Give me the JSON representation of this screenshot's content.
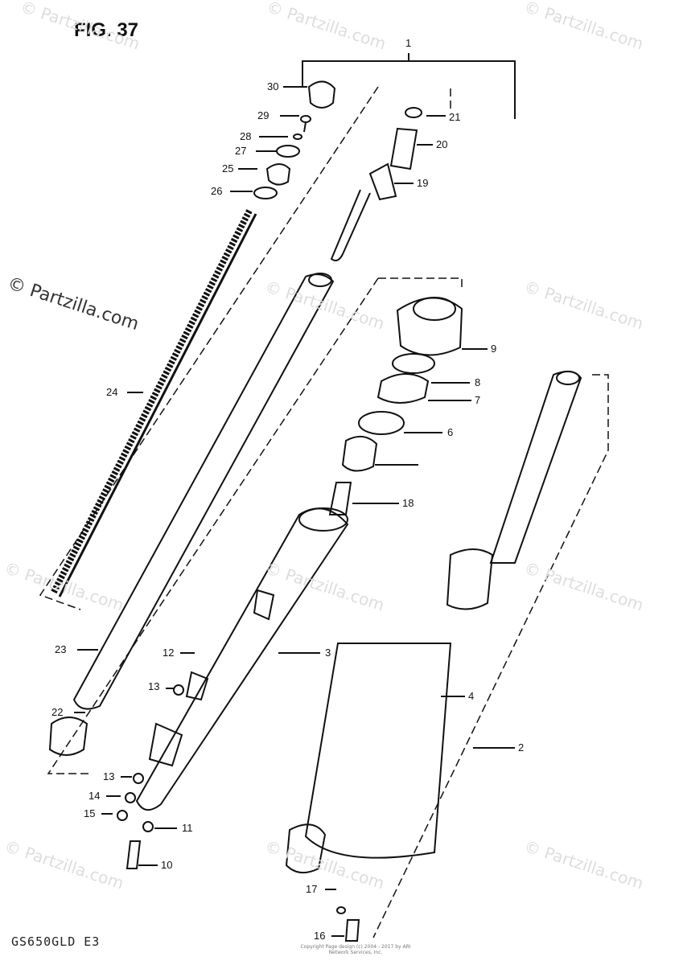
{
  "figure": {
    "title": "FIG. 37",
    "model_code": "GS650GLD  E3",
    "copyright": "Copyright\nPage design (c) 2004 - 2017 by ARI Network Services, Inc."
  },
  "watermarks": {
    "brand": "© Partzilla.com",
    "url": "Partzilla.com"
  },
  "callouts": [
    "1",
    "30",
    "29",
    "28",
    "27",
    "25",
    "26",
    "21",
    "20",
    "19",
    "24",
    "9",
    "8",
    "7",
    "6",
    "18",
    "23",
    "12",
    "13",
    "22",
    "13",
    "14",
    "15",
    "3",
    "11",
    "10",
    "4",
    "2",
    "17",
    "16"
  ],
  "colors": {
    "ink": "#111111",
    "watermark": "#dddddd"
  }
}
